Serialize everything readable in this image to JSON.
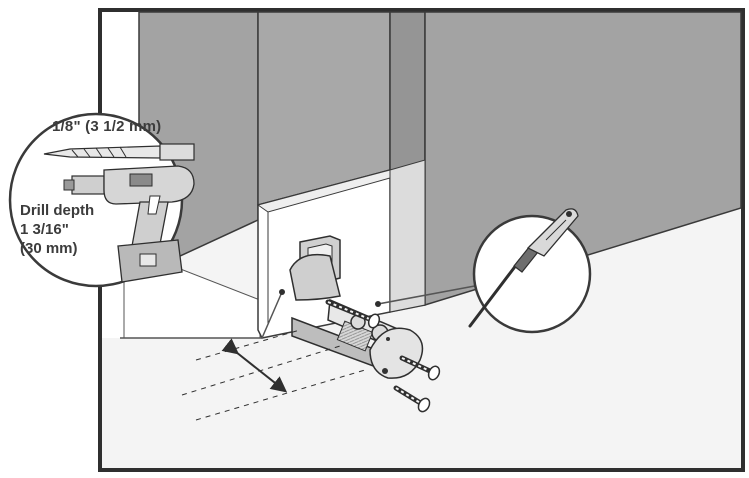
{
  "drill_callout": {
    "bit_size": "1/8\" (3 1/2 mm)",
    "depth_label": "Drill depth",
    "depth_imperial": "1 3/16\"",
    "depth_metric": "(30 mm)",
    "tools": [
      "drill-bit-icon",
      "cordless-drill-icon"
    ]
  },
  "screwdriver_callout": {
    "tools": [
      "screwdriver-icon"
    ]
  },
  "parts": [
    "door-stop-bracket",
    "door-stop-arm",
    "mounting-screw",
    "mounting-screw",
    "mounting-screw"
  ],
  "motion_indicator": "double-arrow",
  "colors": {
    "door": "#a3a3a3",
    "wall": "#ffffff",
    "floor": "#f4f4f4",
    "outline": "#3a3a3a",
    "text": "#3c3c3c"
  }
}
